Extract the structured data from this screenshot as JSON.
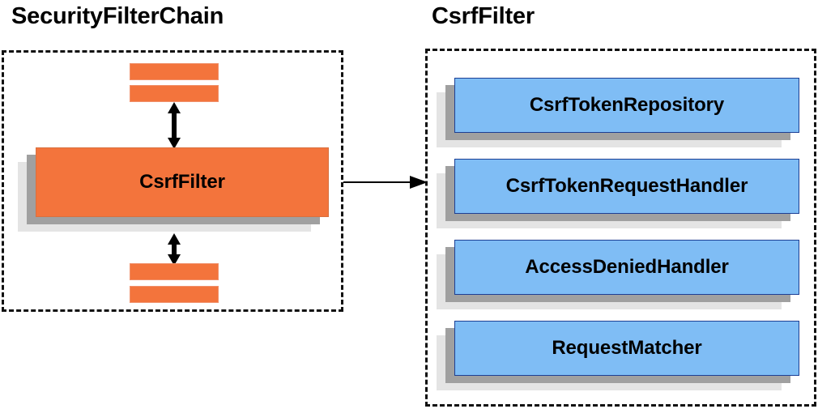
{
  "diagram": {
    "type": "component-diagram",
    "background_color": "#ffffff"
  },
  "panels": [
    {
      "id": "security-filter-chain",
      "title": "SecurityFilterChain",
      "border_style": "dashed",
      "border_color": "#111111"
    },
    {
      "id": "csrf-filter",
      "title": "CsrfFilter",
      "border_style": "dashed",
      "border_color": "#111111"
    }
  ],
  "left_panel": {
    "title": "SecurityFilterChain",
    "filter_bars_top": [
      {
        "name": "filter-bar-top-1",
        "label": ""
      },
      {
        "name": "filter-bar-top-2",
        "label": ""
      }
    ],
    "main_box": {
      "label": "CsrfFilter",
      "fill_color": "#f3743c",
      "text_color": "#000000"
    },
    "filter_bars_bottom": [
      {
        "name": "filter-bar-bottom-1",
        "label": ""
      },
      {
        "name": "filter-bar-bottom-2",
        "label": ""
      }
    ],
    "arrows": [
      {
        "name": "arrow-top",
        "direction": "bidirectional-vertical"
      },
      {
        "name": "arrow-bottom",
        "direction": "bidirectional-vertical"
      }
    ]
  },
  "connector": {
    "name": "csrffilter-to-detail-arrow",
    "direction": "right",
    "color": "#000000"
  },
  "right_panel": {
    "title": "CsrfFilter",
    "components": [
      {
        "label": "CsrfTokenRepository",
        "fill_color": "#7fbdf5",
        "border_color": "#1c3f94"
      },
      {
        "label": "CsrfTokenRequestHandler",
        "fill_color": "#7fbdf5",
        "border_color": "#1c3f94"
      },
      {
        "label": "AccessDeniedHandler",
        "fill_color": "#7fbdf5",
        "border_color": "#1c3f94"
      },
      {
        "label": "RequestMatcher",
        "fill_color": "#7fbdf5",
        "border_color": "#1c3f94"
      }
    ]
  },
  "colors": {
    "orange": "#f3743c",
    "orange_border": "#d8703f",
    "blue": "#7fbdf5",
    "blue_border": "#1c3f94",
    "shadow_dark": "#a0a0a0",
    "shadow_light": "#e4e4e4",
    "text": "#000000"
  }
}
